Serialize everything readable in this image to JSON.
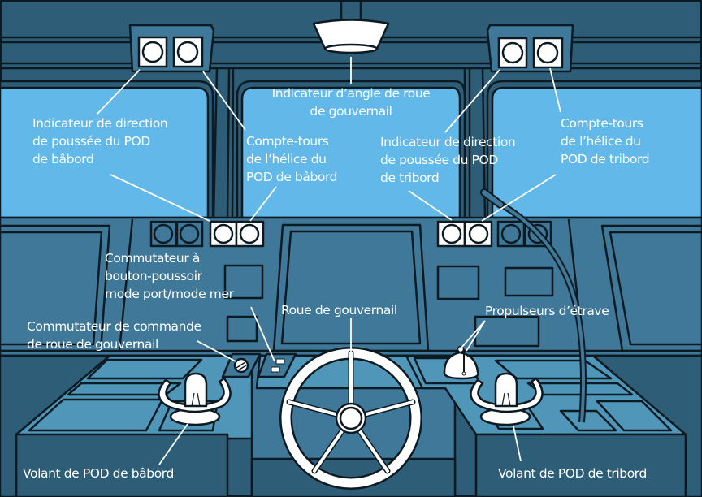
{
  "colors": {
    "frame_dark": "#2e5d78",
    "console_mid": "#3f7899",
    "console_light": "#4f96b8",
    "window_sky": "#62b8e8",
    "outline": "#0d1a22",
    "white": "#ffffff"
  },
  "labels": {
    "rudder_angle_indicator": [
      "Indicateur d’angle de roue",
      "de gouvernail"
    ],
    "port_pod_thrust_direction": [
      "Indicateur de direction",
      "de poussée du POD",
      "de bâbord"
    ],
    "port_pod_propeller_tachometer": [
      "Compte-tours",
      "de l’hélice du",
      "POD de bâbord"
    ],
    "starboard_pod_thrust_direction": [
      "Indicateur de direction",
      "de poussée du POD",
      "de tribord"
    ],
    "starboard_pod_propeller_tachometer": [
      "Compte-tours",
      "de l’hélice du",
      "POD de tribord"
    ],
    "harbour_sea_mode_switch": [
      "Commutateur à",
      "bouton-poussoir",
      "mode port/mode mer"
    ],
    "steering_wheel_control_switch": [
      "Commutateur de commande",
      "de roue de gouvernail"
    ],
    "steering_wheel": "Roue de gouvernail",
    "bow_thrusters": "Propulseurs d’étrave",
    "port_pod_handle": "Volant de POD de bâbord",
    "starboard_pod_handle": "Volant de POD de tribord"
  }
}
